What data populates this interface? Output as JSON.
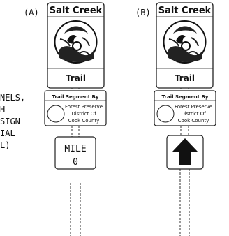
{
  "left_note": [
    "NELS,",
    "H",
    "SIGN",
    "IAL",
    "L)"
  ],
  "assemblies": [
    {
      "tag": "(A)",
      "header": "Salt Creek",
      "trail_label": "Trail",
      "segment_title": "Trail Segment By",
      "agency_lines": [
        "Forest Preserve",
        "District Of",
        "Cook County"
      ],
      "bottom_sign": {
        "kind": "mile",
        "lines": [
          "MILE",
          "0"
        ]
      }
    },
    {
      "tag": "(B)",
      "header": "Salt Creek",
      "trail_label": "Trail",
      "segment_title": "Trail Segment By",
      "agency_lines": [
        "Forest Preserve",
        "District Of",
        "Cook County"
      ],
      "bottom_sign": {
        "kind": "arrow",
        "icon": "up-arrow-icon",
        "lines": []
      }
    }
  ]
}
